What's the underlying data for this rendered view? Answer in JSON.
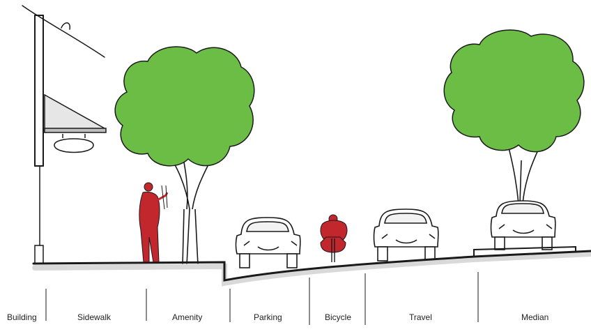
{
  "zones": [
    {
      "label": "Building"
    },
    {
      "label": "Sidewalk"
    },
    {
      "label": "Amenity"
    },
    {
      "label": "Parking"
    },
    {
      "label": "Bicycle"
    },
    {
      "label": "Travel"
    },
    {
      "label": "Median"
    }
  ],
  "colors": {
    "tree_canopy": "#6cbd45",
    "people": "#c1272d",
    "ground_line": "#1a1a1a",
    "ground_shadow": "#d9d9d9",
    "label_text": "#222222"
  }
}
